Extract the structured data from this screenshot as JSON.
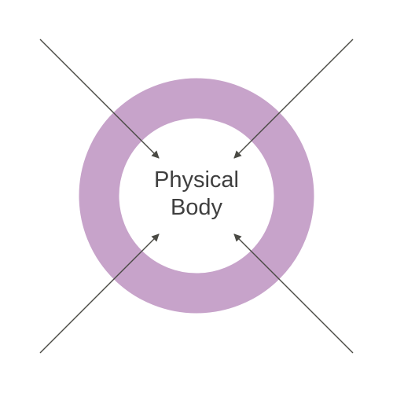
{
  "diagram": {
    "center_label": {
      "line1": "Physical",
      "line2": "Body"
    },
    "colors": {
      "ring": "#c7a3ca",
      "arrow": "#4a4a44",
      "text": "#3f3f3f",
      "background": "#ffffff"
    },
    "arrows": [
      {
        "name": "arrow-top-left",
        "direction": "inward"
      },
      {
        "name": "arrow-top-right",
        "direction": "inward"
      },
      {
        "name": "arrow-bottom-left",
        "direction": "inward"
      },
      {
        "name": "arrow-bottom-right",
        "direction": "inward"
      }
    ]
  }
}
